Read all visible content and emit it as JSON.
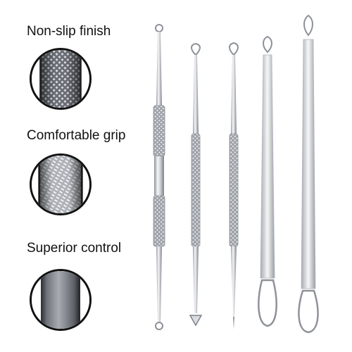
{
  "features": [
    {
      "label": "Non-slip finish",
      "icon": "knurled-texture-closeup-icon"
    },
    {
      "label": "Comfortable grip",
      "icon": "diamond-knurl-closeup-icon"
    },
    {
      "label": "Superior control",
      "icon": "smooth-shaft-closeup-icon"
    }
  ],
  "tools": [
    {
      "name": "double-ended-loop-lancet-tool"
    },
    {
      "name": "loop-and-spoon-tool"
    },
    {
      "name": "loop-and-needle-tool"
    },
    {
      "name": "flat-wire-loop-tool"
    },
    {
      "name": "wire-loop-tool"
    }
  ],
  "colors": {
    "metal_light": "#f2f3f5",
    "metal_mid": "#c9ccd1",
    "metal_dark": "#8e9298",
    "outline": "#111111"
  }
}
